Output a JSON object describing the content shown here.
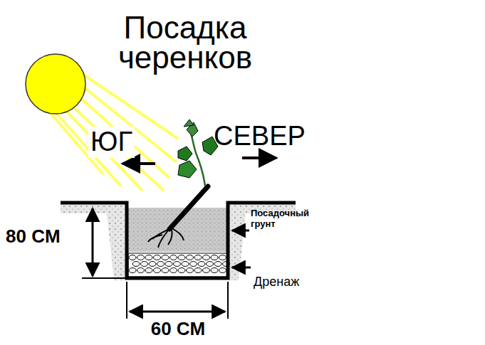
{
  "diagram": {
    "title": "Посадка черенков",
    "labels": [
      "ЮГ",
      "СЕВЕР",
      "Посадочный грунт",
      "Дренаж",
      "80 CM",
      "60 CM"
    ]
  }
}
